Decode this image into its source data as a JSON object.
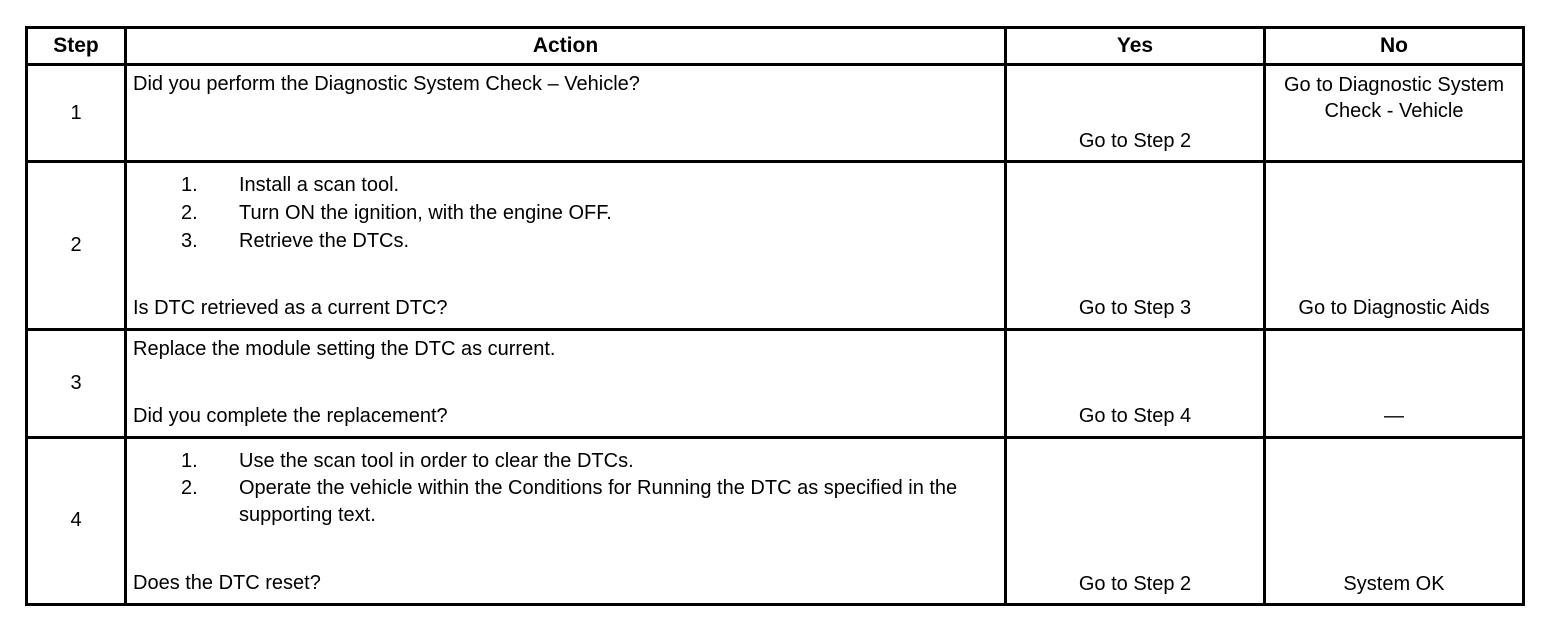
{
  "table": {
    "headers": {
      "step": "Step",
      "action": "Action",
      "yes": "Yes",
      "no": "No"
    },
    "rows": [
      {
        "step": "1",
        "action_lead": "Did you perform the Diagnostic System Check – Vehicle?",
        "action_list": [],
        "action_tail": "",
        "yes": "Go to Step 2",
        "no": "Go to Diagnostic System Check - Vehicle"
      },
      {
        "step": "2",
        "action_lead": "",
        "action_list": [
          {
            "num": "1.",
            "text": "Install a scan tool."
          },
          {
            "num": "2.",
            "text": "Turn ON the ignition, with the engine OFF."
          },
          {
            "num": "3.",
            "text": "Retrieve the DTCs."
          }
        ],
        "action_tail": "Is DTC retrieved as a current DTC?",
        "yes": "Go to Step 3",
        "no": "Go to Diagnostic Aids"
      },
      {
        "step": "3",
        "action_lead": "Replace the module setting the DTC as current.",
        "action_list": [],
        "action_tail": "Did you complete the replacement?",
        "yes": "Go to Step 4",
        "no": "—"
      },
      {
        "step": "4",
        "action_lead": "",
        "action_list": [
          {
            "num": "1.",
            "text": "Use the scan tool in order to clear the DTCs."
          },
          {
            "num": "2.",
            "text": "Operate the vehicle within the Conditions for Running the DTC as specified in the supporting text."
          }
        ],
        "action_tail": "Does the DTC reset?",
        "yes": "Go to Step 2",
        "no": "System OK"
      }
    ]
  },
  "colors": {
    "border": "#000000",
    "text": "#000000",
    "background": "#ffffff"
  }
}
